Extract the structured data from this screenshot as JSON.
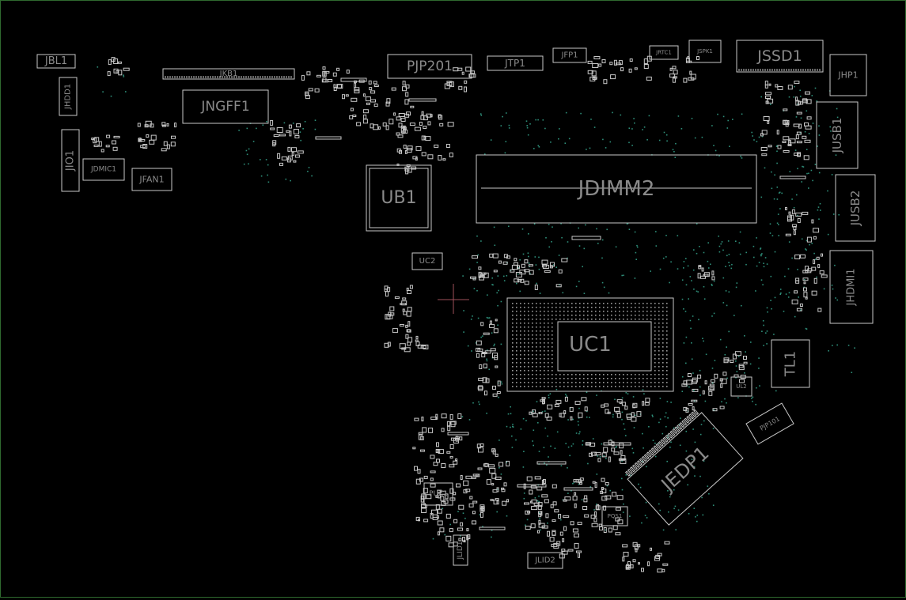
{
  "components": [
    {
      "id": "jbl1",
      "label": "JBL1",
      "big": false
    },
    {
      "id": "jhdd1",
      "label": "JHDD1",
      "big": false
    },
    {
      "id": "jio1",
      "label": "JIO1",
      "big": false
    },
    {
      "id": "jdmic1",
      "label": "JDMIC1",
      "big": false
    },
    {
      "id": "jfan1",
      "label": "JFAN1",
      "big": false
    },
    {
      "id": "jkb1",
      "label": "JKB1",
      "big": false
    },
    {
      "id": "jngff1",
      "label": "JNGFF1",
      "big": true
    },
    {
      "id": "pjp201",
      "label": "PJP201",
      "big": true
    },
    {
      "id": "jtp1",
      "label": "JTP1",
      "big": false
    },
    {
      "id": "jfp1",
      "label": "JFP1",
      "big": false
    },
    {
      "id": "jrtc1",
      "label": "JRTC1",
      "big": false
    },
    {
      "id": "jspk1",
      "label": "JSPK1",
      "big": false
    },
    {
      "id": "jssd1",
      "label": "JSSD1",
      "big": true
    },
    {
      "id": "jhp1",
      "label": "JHP1",
      "big": false
    },
    {
      "id": "jusb1",
      "label": "JUSB1",
      "big": true
    },
    {
      "id": "jusb2",
      "label": "JUSB2",
      "big": true
    },
    {
      "id": "jhdmi1",
      "label": "JHDMI1",
      "big": true
    },
    {
      "id": "ub1",
      "label": "UB1",
      "big": true
    },
    {
      "id": "uc2",
      "label": "UC2",
      "big": false
    },
    {
      "id": "jdimm2",
      "label": "JDIMM2",
      "big": true
    },
    {
      "id": "uc1",
      "label": "UC1",
      "big": true
    },
    {
      "id": "tl1",
      "label": "TL1",
      "big": true
    },
    {
      "id": "ul2",
      "label": "UL2",
      "big": false
    },
    {
      "id": "pjp101",
      "label": "PJP101",
      "big": false
    },
    {
      "id": "jedp1",
      "label": "JEDP1",
      "big": true
    },
    {
      "id": "puz1",
      "label": "PUZ1",
      "big": false
    },
    {
      "id": "pqs1",
      "label": "PQS1",
      "big": false
    },
    {
      "id": "jlid1",
      "label": "JLID1",
      "big": false
    },
    {
      "id": "jlid2",
      "label": "JLID2",
      "big": false
    }
  ],
  "colors": {
    "background": "#000000",
    "outline": "#c8c8c8",
    "label": "#8a8a8a",
    "via": "#2e8f7a",
    "border": "#2f6a2f",
    "cursor": "#a0505a"
  },
  "cursor": {
    "name": "crosshair-cursor"
  }
}
